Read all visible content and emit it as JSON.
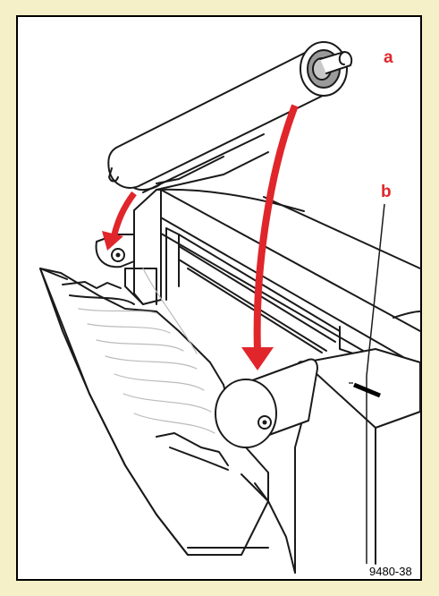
{
  "colors": {
    "page_background": "#f6f0c8",
    "panel_background": "#ffffff",
    "frame": "#000000",
    "arrow_red": "#e0262b",
    "callout_red": "#e0262b",
    "hub_gray": "#9a9a9a",
    "line": "#1a1a1a"
  },
  "callouts": {
    "a": "a",
    "b": "b"
  },
  "figure_id": "9480-38"
}
